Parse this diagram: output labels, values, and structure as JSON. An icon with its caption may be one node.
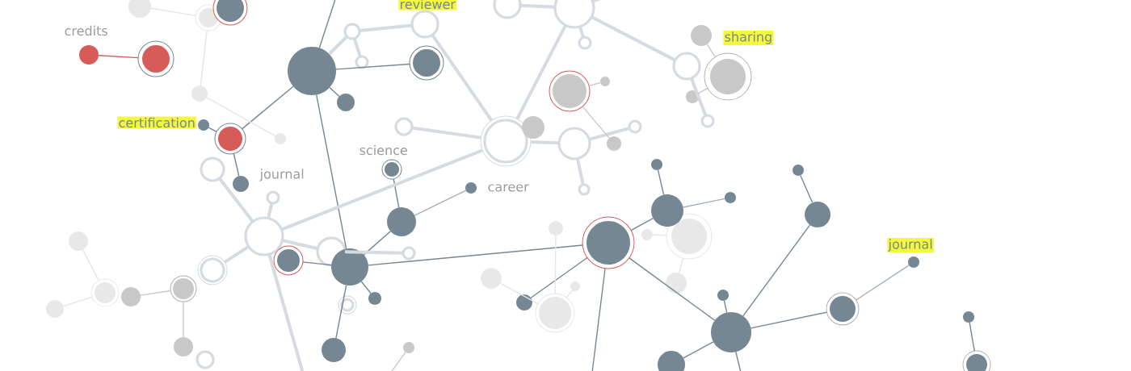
{
  "diagram": {
    "nodes": [
      {
        "text": [],
        "shape": "circle"
      },
      {
        "text": [],
        "shape": "circle"
      },
      {
        "text": [],
        "shape": "circle"
      },
      {
        "text": [],
        "shape": "circle"
      },
      {
        "text": [],
        "shape": "circle"
      },
      {
        "text": [],
        "shape": "circle"
      },
      {
        "text": [],
        "shape": "circle"
      },
      {
        "text": [],
        "shape": "circle"
      },
      {
        "text": [],
        "shape": "circle"
      },
      {
        "text": [],
        "shape": "circle"
      },
      {
        "text": [],
        "shape": "circle"
      },
      {
        "text": [],
        "shape": "circle"
      },
      {
        "text": [],
        "shape": "circle"
      },
      {
        "text": [],
        "shape": "circle"
      },
      {
        "text": [],
        "shape": "circle"
      },
      {
        "text": [],
        "shape": "circle"
      },
      {
        "text": [],
        "shape": "circle"
      },
      {
        "text": [],
        "shape": "circle"
      },
      {
        "text": [],
        "shape": "circle"
      },
      {
        "text": [],
        "shape": "circle"
      },
      {
        "text": [],
        "shape": "circle"
      },
      {
        "text": [],
        "shape": "circle"
      },
      {
        "text": [],
        "shape": "circle"
      },
      {
        "text": [],
        "shape": "circle"
      },
      {
        "text": [],
        "shape": "circle"
      },
      {
        "text": [],
        "shape": "circle"
      },
      {
        "text": [],
        "shape": "circle"
      },
      {
        "text": [],
        "shape": "circle"
      },
      {
        "text": [],
        "shape": "circle"
      },
      {
        "text": [],
        "shape": "circle"
      },
      {
        "text": [],
        "shape": "circle"
      },
      {
        "text": [],
        "shape": "circle"
      },
      {
        "text": [],
        "shape": "circle"
      },
      {
        "text": [],
        "shape": "circle"
      },
      {
        "text": [],
        "shape": "circle"
      },
      {
        "text": [],
        "shape": "circle"
      },
      {
        "text": [],
        "shape": "circle"
      },
      {
        "text": [],
        "shape": "circle"
      },
      {
        "text": [],
        "shape": "circle"
      },
      {
        "text": [],
        "shape": "circle"
      },
      {
        "text": [],
        "shape": "circle"
      },
      {
        "text": [],
        "shape": "circle"
      },
      {
        "text": [],
        "shape": "circle"
      },
      {
        "text": [],
        "shape": "circle"
      },
      {
        "text": [],
        "shape": "circle"
      },
      {
        "text": [],
        "shape": "circle"
      },
      {
        "text": [],
        "shape": "circle"
      },
      {
        "text": [],
        "shape": "circle"
      },
      {
        "text": [],
        "shape": "circle"
      },
      {
        "text": [],
        "shape": "circle"
      },
      {
        "text": [],
        "shape": "circle"
      },
      {
        "text": [],
        "shape": "circle"
      },
      {
        "text": [],
        "shape": "circle"
      },
      {
        "text": [],
        "shape": "circle"
      },
      {
        "text": [],
        "shape": "circle"
      },
      {
        "text": [],
        "shape": "circle"
      },
      {
        "text": [],
        "shape": "circle"
      },
      {
        "text": [],
        "shape": "circle"
      },
      {
        "text": [],
        "shape": "circle"
      },
      {
        "text": [],
        "shape": "circle"
      },
      {
        "text": [],
        "shape": "circle"
      },
      {
        "text": [],
        "shape": "circle"
      },
      {
        "text": [],
        "shape": "circle"
      },
      {
        "text": [],
        "shape": "circle"
      },
      {
        "text": [],
        "shape": "circle"
      },
      {
        "text": [],
        "shape": "circle"
      },
      {
        "text": [],
        "shape": "circle"
      },
      {
        "text": [],
        "shape": "circle"
      },
      {
        "text": [],
        "shape": "circle"
      },
      {
        "text": [],
        "shape": "circle"
      },
      {
        "text": [],
        "shape": "circle"
      },
      {
        "text": [],
        "shape": "circle"
      },
      {
        "text": [],
        "shape": "circle"
      },
      {
        "text": [],
        "shape": "circle"
      },
      {
        "text": [],
        "shape": "circle"
      },
      {
        "text": [],
        "shape": "circle"
      }
    ],
    "edges": [
      {
        "from": 46,
        "to": null,
        "arrow": "none"
      },
      {
        "from": 46,
        "to": 47,
        "arrow": "none"
      },
      {
        "from": 46,
        "to": 48,
        "arrow": "none"
      },
      {
        "from": 46,
        "to": 75,
        "arrow": "none"
      },
      {
        "from": 46,
        "to": 56,
        "arrow": "none"
      },
      {
        "from": 50,
        "to": 75,
        "arrow": "none"
      },
      {
        "from": 75,
        "to": 51,
        "arrow": "none"
      },
      {
        "from": 52,
        "to": 53,
        "arrow": "none"
      },
      {
        "from": 53,
        "to": 56,
        "arrow": "none"
      },
      {
        "from": 55,
        "to": 56,
        "arrow": "none"
      },
      {
        "from": 56,
        "to": 59,
        "arrow": "none"
      },
      {
        "from": 56,
        "to": 57,
        "arrow": "none"
      },
      {
        "from": 56,
        "to": 58,
        "arrow": "none"
      },
      {
        "from": 59,
        "to": 60,
        "arrow": "none"
      },
      {
        "from": 60,
        "to": 61,
        "arrow": "none"
      },
      {
        "from": 59,
        "to": 63,
        "arrow": "none"
      },
      {
        "from": 59,
        "to": null,
        "arrow": "none"
      },
      {
        "from": 59,
        "to": 64,
        "arrow": "none"
      },
      {
        "from": 64,
        "to": 65,
        "arrow": "none"
      },
      {
        "from": 64,
        "to": 66,
        "arrow": "none"
      },
      {
        "from": 66,
        "to": 67,
        "arrow": "none"
      },
      {
        "from": 64,
        "to": 68,
        "arrow": "none"
      },
      {
        "from": 64,
        "to": 70,
        "arrow": "none"
      },
      {
        "from": 64,
        "to": null,
        "arrow": "none"
      },
      {
        "from": 71,
        "to": 72,
        "arrow": "none"
      },
      {
        "from": 53,
        "to": 54,
        "arrow": "none",
        "color": "#a3b0b8"
      },
      {
        "from": 60,
        "to": 62,
        "arrow": "none",
        "color": "#a3b0b8"
      },
      {
        "from": 68,
        "to": 69,
        "arrow": "none",
        "color": "#a3b0b8"
      },
      {
        "from": 73,
        "to": 74,
        "arrow": "none",
        "color": "#d75c59"
      },
      {
        "from": 46,
        "to": 14,
        "arrow": "none",
        "style": "thick",
        "color": "#d5dbe0"
      },
      {
        "from": 14,
        "to": 15,
        "arrow": "none",
        "style": "thick",
        "color": "#d5dbe0"
      },
      {
        "from": 14,
        "to": 16,
        "arrow": "none",
        "style": "thick",
        "color": "#d5dbe0"
      },
      {
        "from": 15,
        "to": 18,
        "arrow": "none",
        "style": "thick",
        "color": "#d5dbe0"
      },
      {
        "from": 18,
        "to": 17,
        "arrow": "none",
        "style": "thick",
        "color": "#d5dbe0"
      },
      {
        "from": 18,
        "to": 29,
        "arrow": "none",
        "style": "thick",
        "color": "#d5dbe0"
      },
      {
        "from": 18,
        "to": 22,
        "arrow": "none",
        "style": "thick",
        "color": "#d5dbe0"
      },
      {
        "from": 22,
        "to": 24,
        "arrow": "none",
        "style": "thick",
        "color": "#d5dbe0"
      },
      {
        "from": 22,
        "to": 23,
        "arrow": "none",
        "style": "thick",
        "color": "#d5dbe0"
      },
      {
        "from": 22,
        "to": null,
        "arrow": "none",
        "style": "thick",
        "color": "#d5dbe0"
      },
      {
        "from": 18,
        "to": 19,
        "arrow": "none",
        "style": "thick",
        "color": "#d5dbe0"
      },
      {
        "from": 19,
        "to": 20,
        "arrow": "none",
        "style": "thick",
        "color": "#d5dbe0"
      },
      {
        "from": 19,
        "to": 21,
        "arrow": "none",
        "style": "thick",
        "color": "#d5dbe0"
      },
      {
        "from": 22,
        "to": 25,
        "arrow": "none",
        "style": "thick",
        "color": "#d5dbe0"
      },
      {
        "from": 25,
        "to": 26,
        "arrow": "none",
        "style": "thick",
        "color": "#d5dbe0"
      },
      {
        "from": 29,
        "to": 27,
        "arrow": "none",
        "style": "thick",
        "color": "#d5dbe0"
      },
      {
        "from": 29,
        "to": 28,
        "arrow": "none",
        "style": "thick",
        "color": "#d5dbe0"
      },
      {
        "from": 29,
        "to": 30,
        "arrow": "none",
        "style": "thick",
        "color": "#d5dbe0"
      },
      {
        "from": 29,
        "to": 31,
        "arrow": "none",
        "style": "thick",
        "color": "#d5dbe0"
      },
      {
        "from": 29,
        "to": null,
        "arrow": "none",
        "style": "thick",
        "color": "#d5dbe0"
      },
      {
        "from": 31,
        "to": 32,
        "arrow": "none",
        "style": "thick",
        "color": "#d5dbe0"
      },
      {
        "from": 36,
        "to": 37,
        "arrow": "none",
        "color": "#c8c8c8"
      },
      {
        "from": 36,
        "to": 38,
        "arrow": "none",
        "color": "#c8c8c8"
      },
      {
        "from": 39,
        "to": 40,
        "arrow": "none",
        "color": "#c8c8c8"
      },
      {
        "from": 41,
        "to": 40,
        "arrow": "none",
        "color": "#c8c8c8"
      },
      {
        "from": 42,
        "to": 43,
        "arrow": "none",
        "color": "#c8c8c8"
      },
      {
        "from": 43,
        "to": 44,
        "arrow": "none",
        "color": "#c8c8c8"
      },
      {
        "from": 45,
        "to": null,
        "arrow": "none",
        "color": "#c8c8c8"
      },
      {
        "from": 0,
        "to": 1,
        "arrow": "none",
        "color": "#e6e6e6"
      },
      {
        "from": 1,
        "to": 2,
        "arrow": "none",
        "color": "#e6e6e6"
      },
      {
        "from": 2,
        "to": 3,
        "arrow": "none",
        "color": "#e6e6e6"
      },
      {
        "from": 4,
        "to": 5,
        "arrow": "none",
        "color": "#e6e6e6"
      },
      {
        "from": 6,
        "to": 5,
        "arrow": "none",
        "color": "#e6e6e6"
      },
      {
        "from": 7,
        "to": 8,
        "arrow": "none",
        "color": "#e6e6e6"
      },
      {
        "from": 7,
        "to": 9,
        "arrow": "none",
        "color": "#e6e6e6"
      },
      {
        "from": 10,
        "to": 11,
        "arrow": "none",
        "color": "#e6e6e6"
      },
      {
        "from": 11,
        "to": 12,
        "arrow": "none",
        "color": "#e6e6e6"
      },
      {
        "from": 11,
        "to": 13,
        "arrow": "none",
        "color": "#e6e6e6"
      }
    ],
    "labels": [
      "reviewer",
      "credits",
      "sharing",
      "certification",
      "science",
      "journal",
      "career",
      "journal"
    ]
  }
}
